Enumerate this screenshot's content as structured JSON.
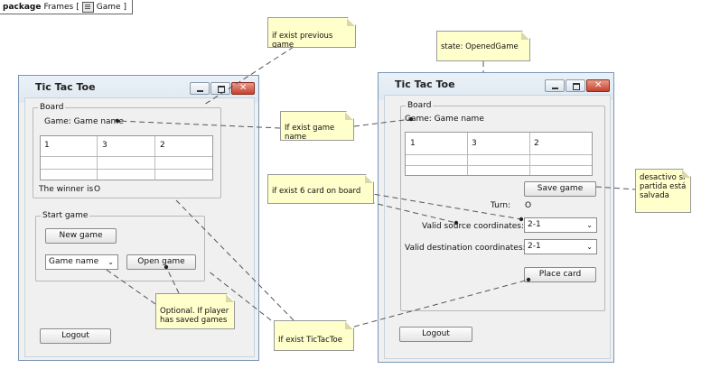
{
  "frame": {
    "keyword": "package",
    "name": "Frames",
    "diagram_label": "Game",
    "icon": "diagram-icon"
  },
  "left_window": {
    "title": "Tic Tac Toe",
    "board_label": "Board",
    "game_name": "Game: Game name",
    "table_header": [
      "1",
      "3",
      "2"
    ],
    "winner_label": "The winner is",
    "winner_value": "O",
    "start_label": "Start game",
    "new_game": "New game",
    "game_select": "Game name",
    "open_game": "Open game",
    "logout": "Logout"
  },
  "right_window": {
    "title": "Tic Tac Toe",
    "board_label": "Board",
    "game_name": "Game: Game name",
    "table_header": [
      "1",
      "3",
      "2"
    ],
    "save_game": "Save game",
    "turn_label": "Turn:",
    "turn_value": "O",
    "source_label": "Valid source coordinates:",
    "source_value": "2-1",
    "dest_label": "Valid destination coordinates:",
    "dest_value": "2-1",
    "place_card": "Place card",
    "logout": "Logout"
  },
  "notes": {
    "previous_game": "if exist previous game",
    "opened_state": "state: OpenedGame",
    "game_name": "If exist game name",
    "card_on_board": "if exist 6 card on board",
    "desactivo": [
      "desactivo si",
      "partida está",
      "salvada"
    ],
    "optional": [
      "Optional. If player",
      "has saved games"
    ],
    "tictactoe": "If exist TicTacToe"
  }
}
